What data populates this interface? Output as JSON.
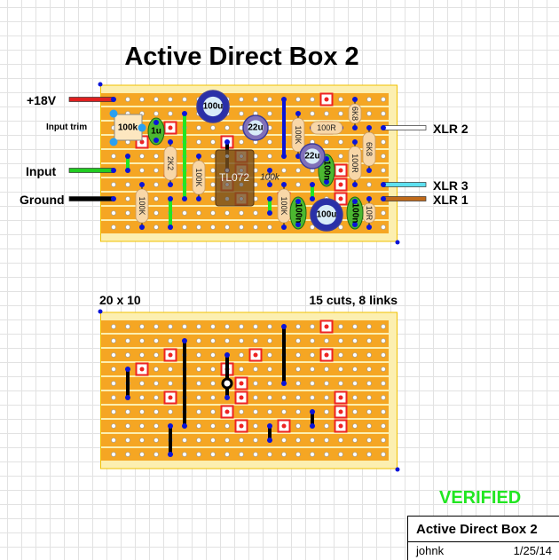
{
  "title": "Active Direct Box 2",
  "labels": {
    "v18": "+18V",
    "input_trim": "Input trim",
    "input": "Input",
    "ground": "Ground",
    "xlr2": "XLR 2",
    "xlr3": "XLR 3",
    "xlr1": "XLR 1"
  },
  "board_size": "20 x 10",
  "cuts_links": "15 cuts, 8 links",
  "verified": "VERIFIED",
  "title_block": {
    "name": "Active Direct Box 2",
    "author": "johnk",
    "date": "1/25/14"
  },
  "components": {
    "trim": "100k",
    "c1u": "1u",
    "r2k2": "2K2",
    "c100u_a": "100u",
    "c22u_a": "22u",
    "c22u_b": "22u",
    "c100u_b": "100u",
    "ic": "TL072",
    "r100k_a": "100K",
    "r100k_b": "100K",
    "r100k_c": "100k",
    "r100k_d": "100K",
    "r100k_e": "100K",
    "r100r_a": "100R",
    "r100r_b": "100R",
    "r6k8_a": "6K8",
    "r6k8_b": "6K8",
    "r10r": "10R",
    "c100n_a": "100n",
    "c100n_b": "100n",
    "c100n_c": "100n"
  },
  "colors": {
    "strip": "#f5a623",
    "board": "#fcefb0",
    "cut": "#ee2222",
    "link_green": "#22e622",
    "link_blue": "#0a14d8"
  }
}
